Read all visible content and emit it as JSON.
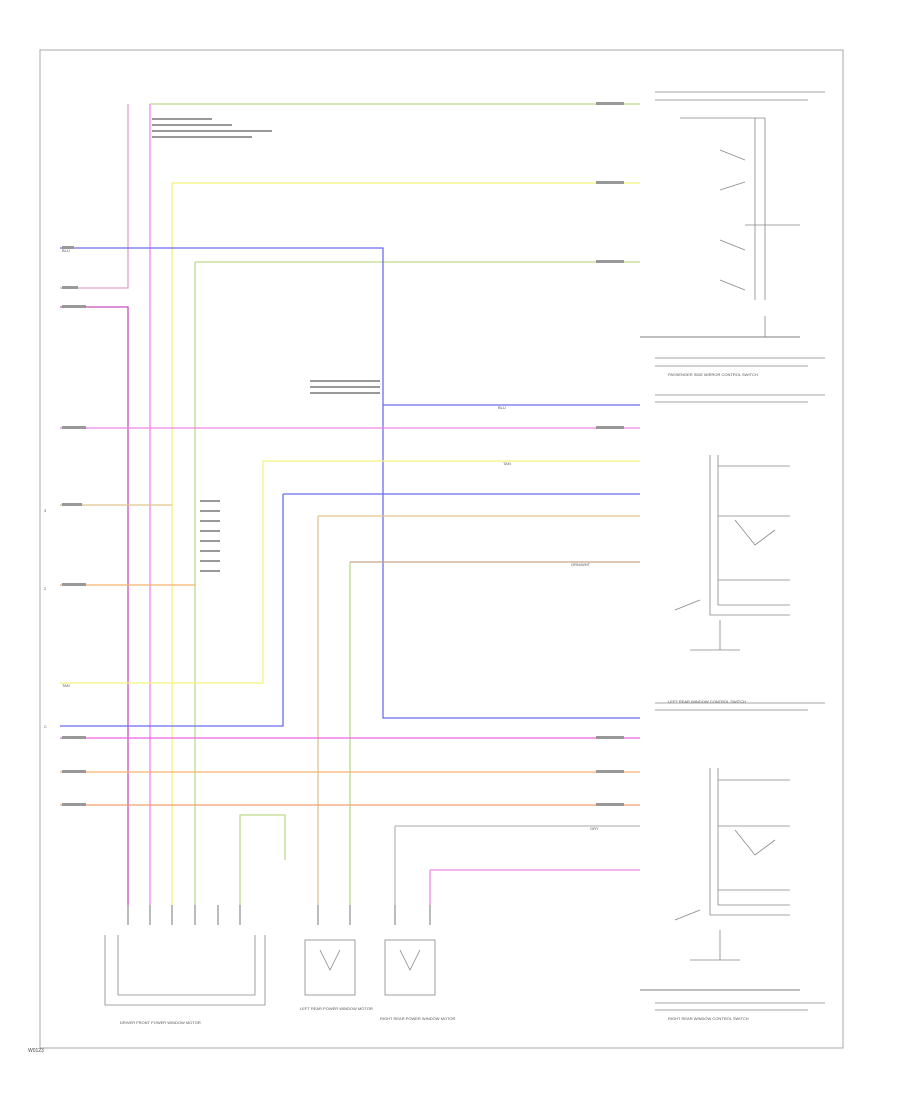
{
  "colors": {
    "green": "#bcd98a",
    "yellow": "#f4f47c",
    "blue": "#6b6cf2",
    "pink": "#ee88e8",
    "magenta": "#c64fbf",
    "orange": "#f3b56d",
    "tan": "#e0c48e",
    "brown": "#c9a48a",
    "frame": "#aaaaaa"
  },
  "wire_labels": {
    "blu": "BLU",
    "tan": "TAN",
    "grn_wht": "GRN/WHT",
    "gry": "GRY"
  },
  "connector_pins": {
    "pin_c": "C",
    "pin_3": "3",
    "pin_2": "2"
  },
  "components": {
    "passenger_switch": "PASSENGER SIDE MIRROR CONTROL SWITCH",
    "left_rear_switch": "LEFT REAR WINDOW CONTROL SWITCH",
    "right_rear_switch": "RIGHT REAR WINDOW CONTROL SWITCH",
    "driver_module": "DRIVER FRONT POWER WINDOW MOTOR",
    "left_rear_motor": "LEFT REAR POWER WINDOW MOTOR",
    "right_rear_motor": "RIGHT REAR POWER WINDOW MOTOR"
  },
  "footer": {
    "code": "W0123"
  }
}
